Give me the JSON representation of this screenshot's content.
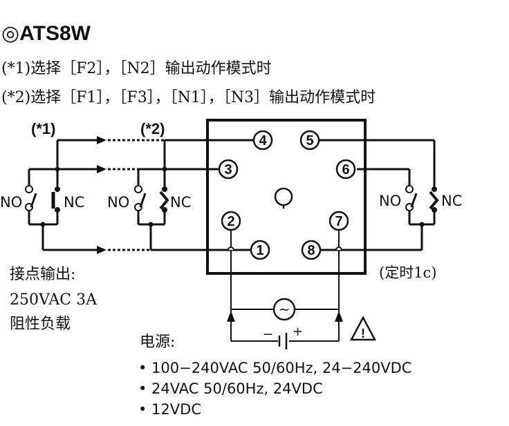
{
  "title": "◎ATS8W",
  "notes": [
    "(*1)选择［F2］，［N2］输出动作模式时",
    "(*2)选择［F1］，［F3］，［N1］，［N3］输出动作模式时"
  ],
  "tags": {
    "star1": "(*1)",
    "star2": "(*2)"
  },
  "contact_labels": {
    "no": "NO",
    "nc": "NC"
  },
  "pins": [
    "①",
    "②",
    "③",
    "④",
    "⑤",
    "⑥",
    "⑦",
    "⑧"
  ],
  "timer_label": "(定时1c)",
  "output": {
    "line1": "接点输出:",
    "line2": "250VAC 3A",
    "line3": "阻性负载"
  },
  "power": {
    "heading": "电源:",
    "items": [
      "• 100−240VAC 50/60Hz, 24−240VDC",
      "• 24VAC 50/60Hz, 24VDC",
      "• 12VDC"
    ]
  },
  "symbols": {
    "ac": "~",
    "minus": "−",
    "plus": "+",
    "warning": "!"
  }
}
